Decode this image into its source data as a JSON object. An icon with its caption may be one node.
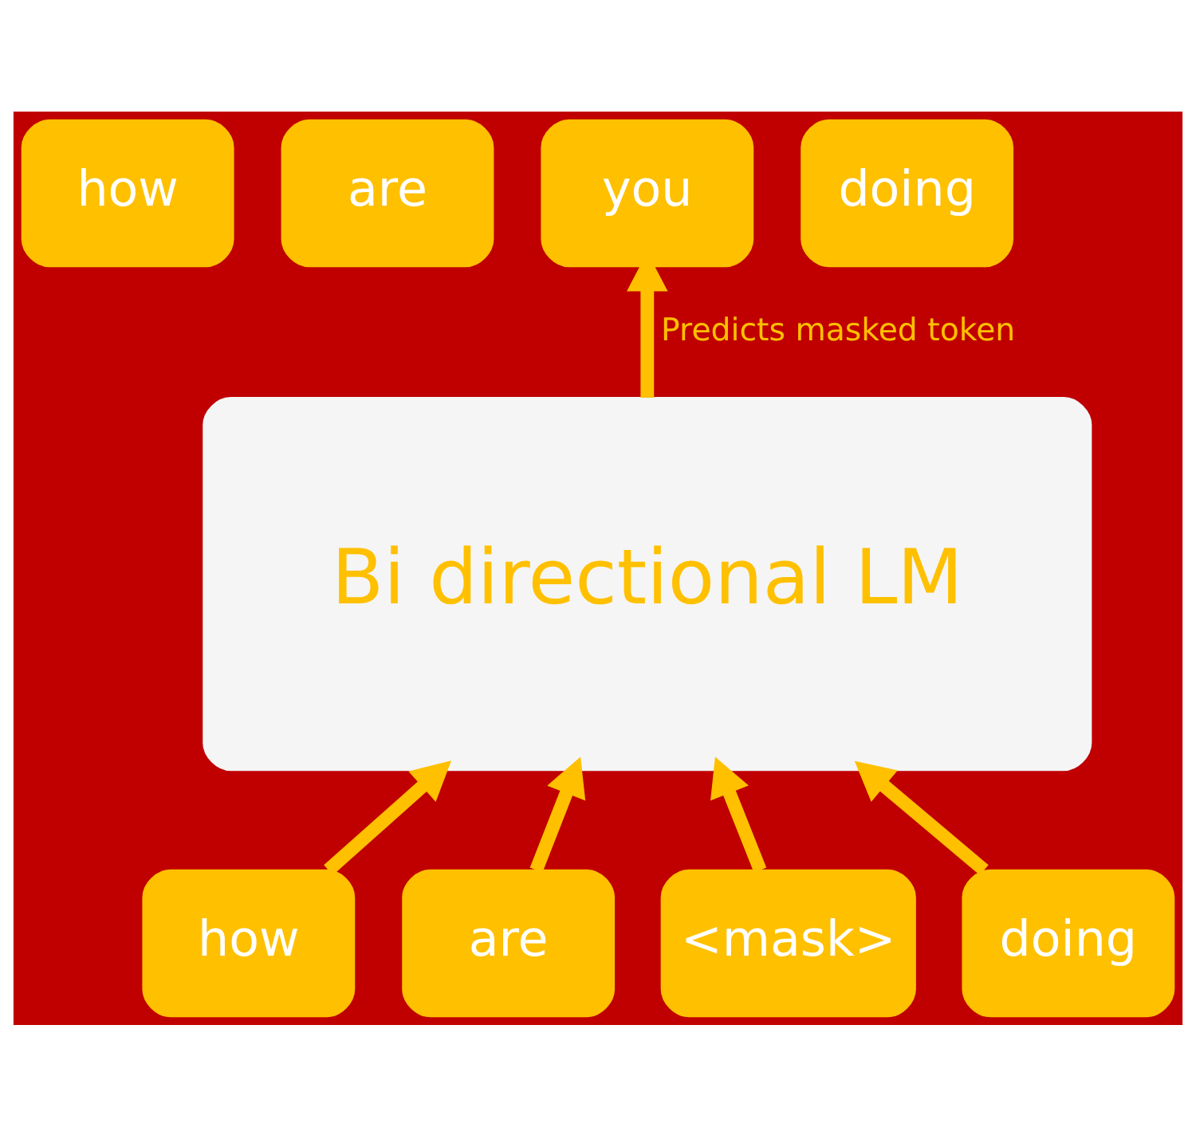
{
  "diagram": {
    "nodes": [
      {
        "text": [
          "how"
        ]
      },
      {
        "text": [
          "are"
        ]
      },
      {
        "text": [
          "you"
        ]
      },
      {
        "text": [
          "doing"
        ]
      },
      {
        "text": [
          "Bi directional LM"
        ]
      },
      {
        "text": [
          "how"
        ]
      },
      {
        "text": [
          "are"
        ]
      },
      {
        "text": [
          "<mask>"
        ]
      },
      {
        "text": [
          "doing"
        ]
      }
    ],
    "edges": [
      {
        "from": 5,
        "to": 4,
        "arrow": "to"
      },
      {
        "from": 6,
        "to": 4,
        "arrow": "to"
      },
      {
        "from": 7,
        "to": 4,
        "arrow": "to"
      },
      {
        "from": 8,
        "to": 4,
        "arrow": "to"
      },
      {
        "from": 4,
        "to": 2,
        "arrow": "to",
        "label": "Predicts masked token"
      }
    ]
  }
}
